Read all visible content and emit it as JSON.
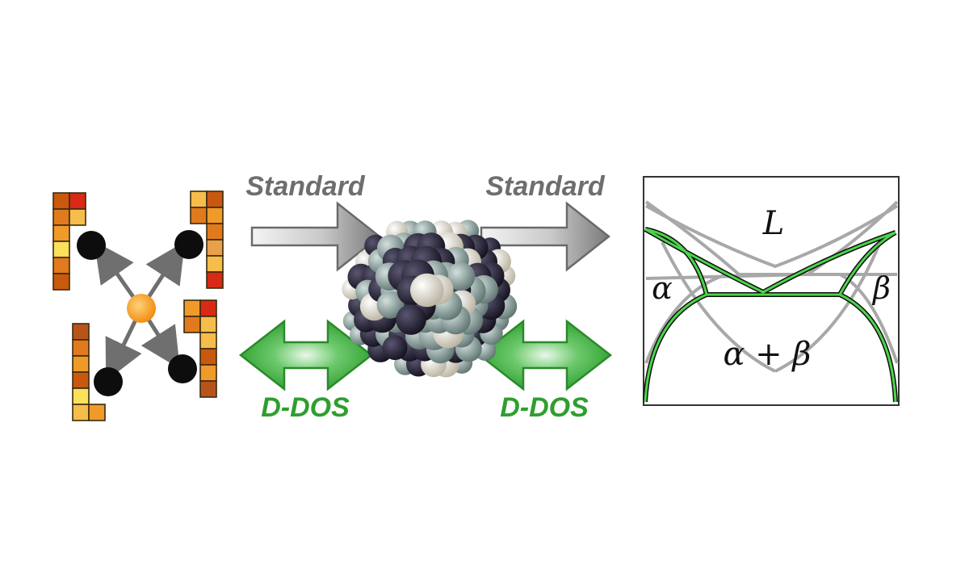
{
  "labels": {
    "standard_1": "Standard",
    "standard_2": "Standard",
    "ddos_1": "D-DOS",
    "ddos_2": "D-DOS"
  },
  "phase_diagram": {
    "liquid": "L",
    "alpha": "α",
    "beta": "β",
    "alpha_beta": "α + β"
  },
  "colors": {
    "label_gray": "#6e6e6e",
    "label_green": "#2f9e2f",
    "arrow_green": "#2ea62e",
    "phase_green": "#33c433",
    "center_node": "#f6a21a",
    "atom_dark": "#1e1a2e",
    "atom_gray": "#8fa3a0",
    "atom_cream": "#e6e1cf"
  },
  "icons": {
    "left_graphic": "cluster-expansion-icon",
    "center_graphic": "nanoparticle-icon",
    "right_graphic": "phase-diagram-icon"
  }
}
